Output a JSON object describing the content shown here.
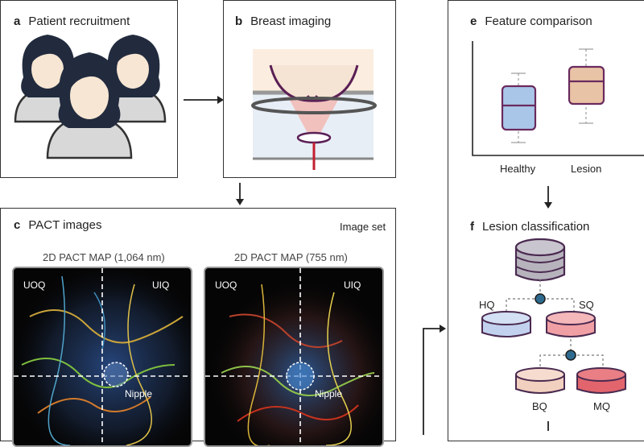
{
  "panel_a": {
    "letter": "a",
    "title": "Patient recruitment"
  },
  "panel_b": {
    "letter": "b",
    "title": "Breast imaging"
  },
  "panel_c": {
    "letter": "c",
    "title": "PACT images",
    "image_set_label": "Image set",
    "map1_title": "2D PACT MAP (1,064 nm)",
    "map2_title": "2D PACT MAP (755 nm)",
    "quadrant_left": "UOQ",
    "quadrant_right": "UIQ",
    "nipple_label": "Nipple"
  },
  "panel_e": {
    "letter": "e",
    "title": "Feature comparison",
    "categories": [
      "Healthy",
      "Lesion"
    ],
    "colors": {
      "healthy": "#a9c6e8",
      "lesion": "#e9c3a5",
      "outline": "#6a2a5e"
    }
  },
  "panel_f": {
    "letter": "f",
    "title": "Lesion classification",
    "nodes": {
      "hq": "HQ",
      "sq": "SQ",
      "bq": "BQ",
      "mq": "MQ"
    },
    "colors": {
      "db": "#b7b3bd",
      "hq": "#c2d2ee",
      "sq": "#f0a0a4",
      "bq": "#f2d0bf",
      "mq": "#e2656d",
      "junction": "#2f6b8f"
    }
  }
}
